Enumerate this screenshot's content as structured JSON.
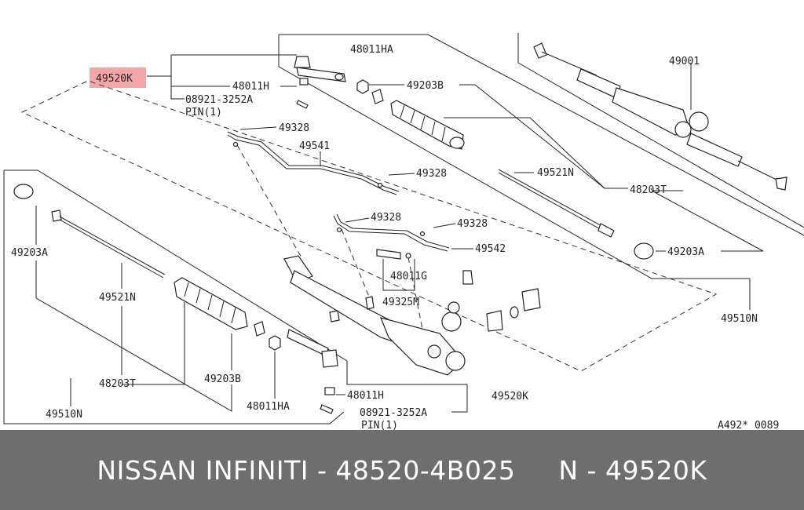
{
  "diagram": {
    "highlighted_label": "49520K",
    "labels": {
      "l_48011HA_top": "48011HA",
      "l_48011H_top": "48011H",
      "l_08921_top": "08921-3252A",
      "l_pin_top": "PIN(1)",
      "l_49203B_top": "49203B",
      "l_49001": "49001",
      "l_49328_a": "49328",
      "l_49541": "49541",
      "l_49328_b": "49328",
      "l_49521N_right": "49521N",
      "l_48203T_right": "48203T",
      "l_49328_c": "49328",
      "l_49328_d": "49328",
      "l_49542": "49542",
      "l_49203A_right": "49203A",
      "l_48011G": "48011G",
      "l_49325M": "49325M",
      "l_49510N_right": "49510N",
      "l_49203A_left": "49203A",
      "l_49521N_left": "49521N",
      "l_48203T_left": "48203T",
      "l_49203B_bottom": "49203B",
      "l_48011HA_bottom": "48011HA",
      "l_49510N_left": "49510N",
      "l_48011H_bottom": "48011H",
      "l_49520K_bottom": "49520K",
      "l_08921_bottom": "08921-3252A",
      "l_pin_bottom": "PIN(1)",
      "l_ref": "A492* 0089"
    },
    "colors": {
      "highlight": "#f4a6a6",
      "footer": "#6e6e6e",
      "ink": "#222222"
    }
  },
  "footer": {
    "text": "NISSAN INFINITI - 48520-4B025     N - 49520K"
  }
}
